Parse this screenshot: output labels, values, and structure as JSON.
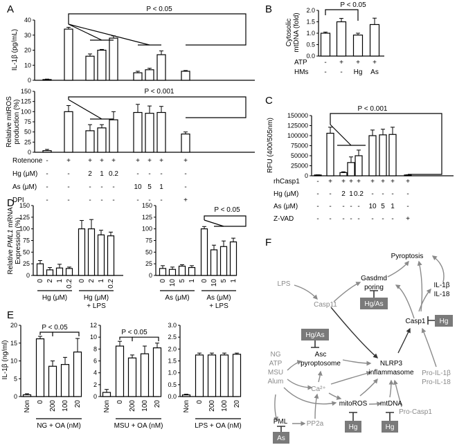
{
  "chart_data": [
    {
      "panel": "A",
      "type": "bar",
      "ylabel": "IL-1β (pg/mL)",
      "ylim": [
        0,
        40
      ],
      "yticks": [
        0,
        10,
        20,
        30,
        40
      ],
      "values": [
        0.5,
        34,
        16,
        20,
        28,
        5,
        7,
        17,
        6
      ],
      "errors": [
        0.3,
        1.2,
        1.5,
        0.5,
        1.5,
        1,
        1,
        2.5,
        0.5
      ],
      "annotation": "P < 0.05"
    },
    {
      "panel": "A2",
      "type": "bar",
      "ylabel": "Relative mitROS production (%)",
      "ylim": [
        0,
        150
      ],
      "yticks": [
        0,
        25,
        50,
        75,
        100,
        125,
        150
      ],
      "values": [
        4,
        100,
        53,
        60,
        80,
        98,
        96,
        98,
        45
      ],
      "errors": [
        3,
        15,
        15,
        8,
        20,
        20,
        18,
        15,
        5
      ],
      "annotation": "P < 0.001",
      "conditions": [
        {
          "label": "Rotenone",
          "cells": [
            "-",
            "+",
            "+",
            "+",
            "+",
            "+",
            "+",
            "+",
            "+"
          ]
        },
        {
          "label": "Hg (μM)",
          "cells": [
            "-",
            "-",
            "2",
            "1",
            "0.2",
            "-",
            "-",
            "-",
            "-"
          ]
        },
        {
          "label": "As (μM)",
          "cells": [
            "-",
            "-",
            "-",
            "-",
            "-",
            "10",
            "5",
            "1",
            "-"
          ]
        },
        {
          "label": "DPI",
          "cells": [
            "-",
            "-",
            "-",
            "-",
            "-",
            "-",
            "-",
            "-",
            "+"
          ]
        }
      ]
    },
    {
      "panel": "B",
      "type": "bar",
      "ylabel": "Cytosolic mtDNA (fold)",
      "ylim": [
        0,
        2.0
      ],
      "yticks": [
        "0.0",
        "0.5",
        "1.0",
        "1.5",
        "2.0"
      ],
      "values": [
        1.0,
        1.5,
        0.92,
        1.38
      ],
      "errors": [
        0.05,
        0.15,
        0.08,
        0.28
      ],
      "annotation": "P < 0.05",
      "conditions": [
        {
          "label": "ATP",
          "cells": [
            "-",
            "+",
            "+",
            "+"
          ]
        },
        {
          "label": "HMs",
          "cells": [
            "-",
            "-",
            "Hg",
            "As"
          ]
        }
      ]
    },
    {
      "panel": "C",
      "type": "bar",
      "ylabel": "RFU (400/505nm)",
      "ylim": [
        0,
        150000
      ],
      "yticks": [
        "0",
        "25000",
        "50000",
        "75000",
        "100000",
        "125000",
        "150000"
      ],
      "values": [
        2000,
        106000,
        8000,
        33000,
        50000,
        100000,
        102000,
        103000,
        2000
      ],
      "errors": [
        500,
        15000,
        2000,
        14000,
        14000,
        14000,
        14000,
        18000,
        500
      ],
      "annotation": "P < 0.001",
      "conditions": [
        {
          "label": "rhCasp1",
          "cells": [
            "-",
            "+",
            "+",
            "+",
            "+",
            "+",
            "+",
            "+",
            "+"
          ]
        },
        {
          "label": "Hg (μM)",
          "cells": [
            "-",
            "-",
            "2",
            "1",
            "0.2",
            "-",
            "-",
            "-",
            "-"
          ]
        },
        {
          "label": "As (μM)",
          "cells": [
            "-",
            "-",
            "-",
            "-",
            "-",
            "10",
            "5",
            "1",
            "-"
          ]
        },
        {
          "label": "Z-VAD",
          "cells": [
            "-",
            "-",
            "-",
            "-",
            "-",
            "-",
            "-",
            "-",
            "+"
          ]
        }
      ]
    },
    {
      "panel": "D",
      "type": "bar",
      "ylabel_pre": "Relative ",
      "ylabel_italic": "PML1",
      "ylabel_post": " mRNA",
      "ylabel2": "Expression (%)",
      "ylim": [
        0,
        150
      ],
      "yticks": [
        0,
        25,
        50,
        75,
        100,
        125,
        150
      ],
      "left": {
        "x": [
          "0",
          "2",
          "1",
          "0.2",
          "0",
          "2",
          "1",
          "0.2"
        ],
        "values": [
          25,
          12,
          16,
          15,
          100,
          100,
          87,
          85
        ],
        "errors": [
          7,
          5,
          8,
          3,
          18,
          20,
          10,
          8
        ],
        "groups": [
          "Hg   (μM)",
          "Hg   (μM)",
          "+ LPS"
        ]
      },
      "right": {
        "x": [
          "0",
          "10",
          "5",
          "1",
          "0",
          "10",
          "5",
          "1"
        ],
        "values": [
          15,
          13,
          20,
          17,
          100,
          55,
          62,
          72
        ],
        "errors": [
          6,
          5,
          3,
          4,
          5,
          10,
          12,
          8
        ],
        "groups": [
          "As   (μM)",
          "As   (μM)",
          "+ LPS"
        ],
        "annotation": "P < 0.05"
      }
    },
    {
      "panel": "E",
      "type": "bar",
      "ylabel": "IL-1β (ng/ml)",
      "subcharts": [
        {
          "ylim": [
            0,
            20
          ],
          "yticks": [
            0,
            5,
            10,
            15,
            20
          ],
          "x": [
            "Non",
            "0",
            "200",
            "100",
            "20"
          ],
          "values": [
            0.5,
            16.2,
            8.5,
            9,
            12.5
          ],
          "errors": [
            0.3,
            0.7,
            1.5,
            2,
            3.8
          ],
          "xlabel": "NG + OA (nM)",
          "annotation": "P < 0.05"
        },
        {
          "ylim": [
            0,
            12
          ],
          "yticks": [
            0,
            2,
            4,
            6,
            8,
            10,
            12
          ],
          "x": [
            "Non",
            "0",
            "200",
            "100",
            "20"
          ],
          "values": [
            0.7,
            8.5,
            6.5,
            7.2,
            8.2
          ],
          "errors": [
            0.5,
            0.8,
            0.5,
            1.3,
            0.8
          ],
          "xlabel": "MSU + OA (nM)",
          "annotation": "P < 0.05"
        },
        {
          "ylim": [
            0,
            3
          ],
          "yticks": [
            "0.0",
            "0.5",
            "1.0",
            "1.5",
            "2.0",
            "2.5",
            "3.0"
          ],
          "x": [
            "Non",
            "0",
            "200",
            "100",
            "20"
          ],
          "values": [
            0.07,
            1.75,
            1.75,
            1.75,
            1.78
          ],
          "errors": [
            0.03,
            0.08,
            0.08,
            0.08,
            0.05
          ],
          "xlabel": "LPS + OA (nM)"
        }
      ]
    }
  ],
  "panel_labels": {
    "a": "A",
    "b": "B",
    "c": "C",
    "d": "D",
    "e": "E",
    "f": "F"
  },
  "diagram": {
    "pyroptosis": "Pyroptosis",
    "lps": "LPS",
    "casp11": "Casp11",
    "gasdmd_l1": "Gasdmd",
    "gasdmd_l2": "poring",
    "hgas1": "Hg/As",
    "il1b": "IL-1β",
    "il18": "IL-18",
    "hgas2": "Hg/As",
    "asc_l1": "Asc",
    "asc_l2": "pyroptosome",
    "casp1": "Casp1",
    "hg1": "Hg",
    "ng": "NG",
    "atp": "ATP",
    "msu": "MSU",
    "alum": "Alum",
    "nlrp3_l1": "NLRP3",
    "nlrp3_l2": "inflammasome",
    "proil1b": "Pro-IL-1β",
    "proil18": "Pro-IL-18",
    "ca": "Ca²⁺",
    "mitoros": "mitoROS",
    "mtdna": "mtDNA",
    "procasp1": "Pro-Casp1",
    "pml": "PML",
    "pp2a": "PP2a",
    "as": "As",
    "hg2": "Hg",
    "hg3": "Hg"
  }
}
